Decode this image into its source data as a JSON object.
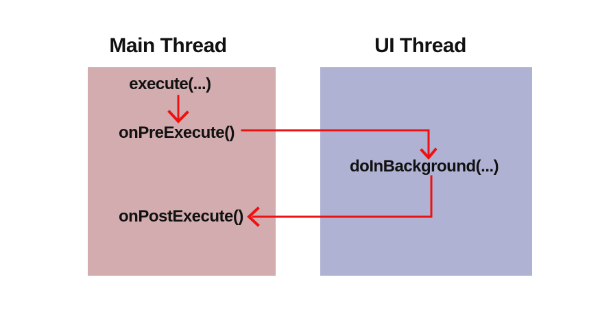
{
  "diagram": {
    "main_thread": {
      "title": "Main Thread",
      "box_color": "#d2acae",
      "labels": {
        "execute": "execute(...)",
        "on_pre_execute": "onPreExecute()",
        "on_post_execute": "onPostExecute()"
      }
    },
    "ui_thread": {
      "title": "UI Thread",
      "box_color": "#b0b2d3",
      "labels": {
        "do_in_background": "doInBackground(...)"
      }
    },
    "arrow_color": "#ee1111",
    "text_color": "#111111"
  }
}
